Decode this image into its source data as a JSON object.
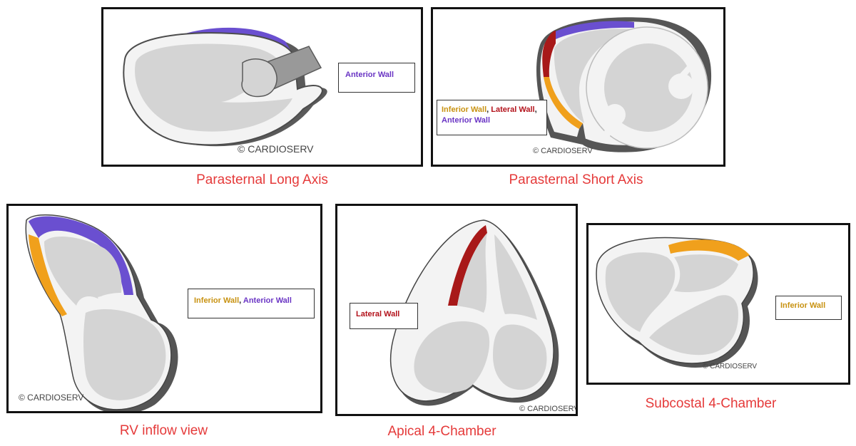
{
  "colors": {
    "anterior_wall": "#6a4fd0",
    "inferior_wall": "#f0a01c",
    "lateral_wall": "#a81919",
    "caption": "#e53a3a",
    "myocardium": "#f3f3f3",
    "chamber": "#d4d4d4",
    "outline": "#5a5a5a"
  },
  "copyright": "© CARDIOSERV",
  "panels": [
    {
      "caption": "Parasternal Long Axis",
      "legend": [
        "Anterior Wall"
      ]
    },
    {
      "caption": "Parasternal Short Axis",
      "legend": [
        "Inferior Wall",
        ", ",
        "Lateral Wall",
        ",",
        "Anterior Wall"
      ]
    },
    {
      "caption": "RV inflow view",
      "legend": [
        "Inferior Wall",
        ", ",
        "Anterior Wall"
      ]
    },
    {
      "caption": "Apical 4-Chamber",
      "legend": [
        "Lateral Wall"
      ]
    },
    {
      "caption": "Subcostal 4-Chamber",
      "legend": [
        "Inferior Wall"
      ]
    }
  ]
}
